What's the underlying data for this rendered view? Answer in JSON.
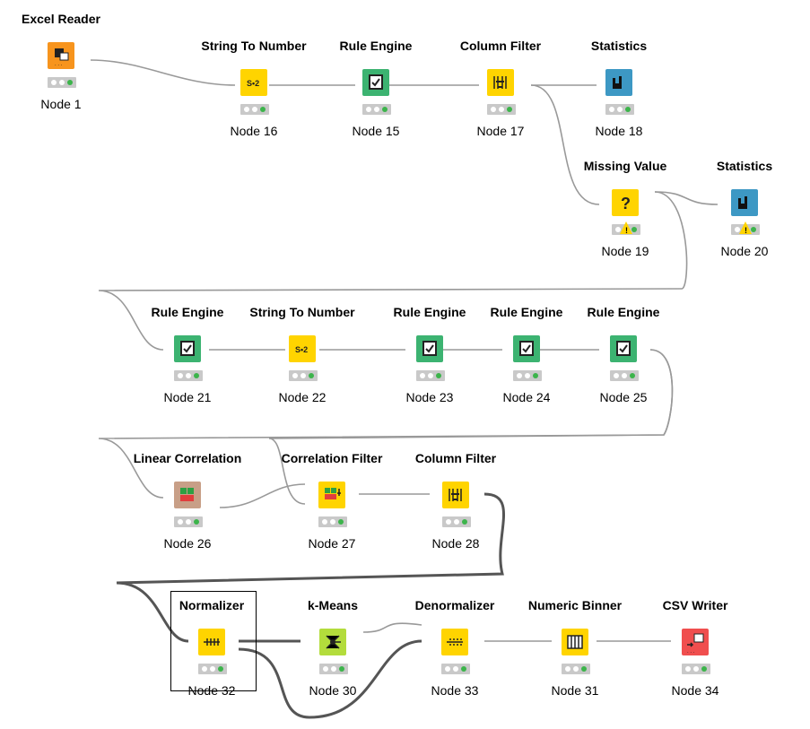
{
  "colors": {
    "source": "#f7941d",
    "manipulator": "#ffd400",
    "rule": "#3cb371",
    "statistics": "#3d98c4",
    "correlation": "#c89f87",
    "learner": "#b3dc3c",
    "sink": "#f04e4e",
    "status_ok": "#3cb44b",
    "warning": "#ffd400"
  },
  "nodes": [
    {
      "id": "n1",
      "title": "Excel Reader",
      "label": "Node 1",
      "color": "source",
      "icon": "excel-reader-icon"
    },
    {
      "id": "n16",
      "title": "String To Number",
      "label": "Node 16",
      "color": "manipulator",
      "icon": "string-to-number-icon"
    },
    {
      "id": "n15",
      "title": "Rule Engine",
      "label": "Node 15",
      "color": "rule",
      "icon": "rule-engine-icon"
    },
    {
      "id": "n17",
      "title": "Column Filter",
      "label": "Node 17",
      "color": "manipulator",
      "icon": "column-filter-icon"
    },
    {
      "id": "n18",
      "title": "Statistics",
      "label": "Node 18",
      "color": "statistics",
      "icon": "statistics-icon"
    },
    {
      "id": "n19",
      "title": "Missing Value",
      "label": "Node 19",
      "color": "manipulator",
      "icon": "missing-value-icon",
      "warning": true
    },
    {
      "id": "n20",
      "title": "Statistics",
      "label": "Node 20",
      "color": "statistics",
      "icon": "statistics-icon",
      "warning": true
    },
    {
      "id": "n21",
      "title": "Rule Engine",
      "label": "Node 21",
      "color": "rule",
      "icon": "rule-engine-icon"
    },
    {
      "id": "n22",
      "title": "String To Number",
      "label": "Node 22",
      "color": "manipulator",
      "icon": "string-to-number-icon"
    },
    {
      "id": "n23",
      "title": "Rule Engine",
      "label": "Node 23",
      "color": "rule",
      "icon": "rule-engine-icon"
    },
    {
      "id": "n24",
      "title": "Rule Engine",
      "label": "Node 24",
      "color": "rule",
      "icon": "rule-engine-icon"
    },
    {
      "id": "n25",
      "title": "Rule Engine",
      "label": "Node 25",
      "color": "rule",
      "icon": "rule-engine-icon"
    },
    {
      "id": "n26",
      "title": "Linear Correlation",
      "label": "Node 26",
      "color": "correlation",
      "icon": "linear-correlation-icon"
    },
    {
      "id": "n27",
      "title": "Correlation Filter",
      "label": "Node 27",
      "color": "manipulator",
      "icon": "correlation-filter-icon"
    },
    {
      "id": "n28",
      "title": "Column Filter",
      "label": "Node 28",
      "color": "manipulator",
      "icon": "column-filter-icon"
    },
    {
      "id": "n32",
      "title": "Normalizer",
      "label": "Node 32",
      "color": "manipulator",
      "icon": "normalizer-icon",
      "selected": true
    },
    {
      "id": "n30",
      "title": "k-Means",
      "label": "Node 30",
      "color": "learner",
      "icon": "k-means-icon"
    },
    {
      "id": "n33",
      "title": "Denormalizer",
      "label": "Node 33",
      "color": "manipulator",
      "icon": "denormalizer-icon"
    },
    {
      "id": "n31",
      "title": "Numeric Binner",
      "label": "Node 31",
      "color": "manipulator",
      "icon": "numeric-binner-icon"
    },
    {
      "id": "n34",
      "title": "CSV Writer",
      "label": "Node 34",
      "color": "sink",
      "icon": "csv-writer-icon"
    }
  ]
}
